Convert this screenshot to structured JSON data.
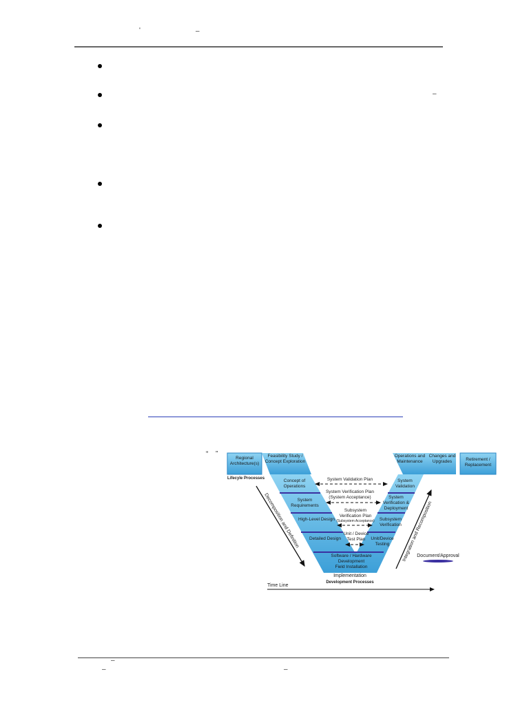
{
  "header": {
    "fragments": [
      "'",
      "–"
    ]
  },
  "body": {
    "bullets": [
      "",
      "",
      "",
      "",
      ""
    ],
    "line_fragment": "–",
    "link_text": ""
  },
  "figure": {
    "quotes": [
      "“",
      "”"
    ],
    "colors": {
      "box": "#5cb8e6",
      "box_dark": "#2a86c4",
      "divider": "#3a2fa0",
      "text": "#1a1a1a"
    },
    "top_left": [
      "Regional Architecture(s)",
      "Feasibility Study / Concept Exploration"
    ],
    "top_right": [
      "Operations and Maintenance",
      "Changes and Upgrades",
      "Retirement / Replacement"
    ],
    "lifecycle_label": "Lifecyle Processes",
    "left_arm": [
      "Concept of Operations",
      "System Requirements",
      "High-Level Design",
      "Detailed Design"
    ],
    "right_arm": [
      "System Validation",
      "System Verification & Deployment",
      "Subsystem Verification",
      "Unit/Device Testing"
    ],
    "bottom": [
      "Software / Hardware",
      "Development",
      "Field Installation"
    ],
    "implementation": "Implementation",
    "development_label": "Development Processes",
    "plans": [
      "System Validation Plan",
      "System Verification Plan",
      "(System Acceptance)",
      "Subsystem",
      "Verification Plan",
      "(Subsystem Acceptance)",
      "Unit / Device",
      "Test Plan"
    ],
    "left_arrow": "Decomposition and Definition",
    "right_arrow": "Integration and Recomposition",
    "legend": "Document/Approval",
    "timeline": "Time Line"
  },
  "footer": {
    "fragments": [
      "–",
      "–",
      "–"
    ]
  }
}
